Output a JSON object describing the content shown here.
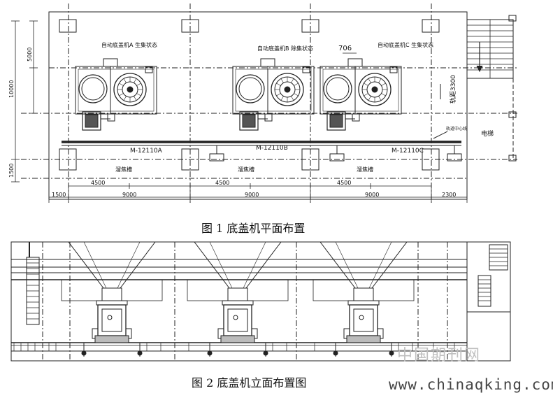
{
  "figure1": {
    "caption": "图 1  底盖机平面布置",
    "labels": {
      "state_a": "自动底盖机A 生集状态",
      "state_b": "自动底盖机B 除集状态",
      "state_c": "自动底盖机C 生集状态",
      "m_a": "M-12110A",
      "m_b": "M-12110B",
      "m_c": "M-12110C",
      "chute": "溜焦槽",
      "elevator": "电梯",
      "track": "轨距3300",
      "rail_note": "轨道中心线",
      "dim_706": "706"
    },
    "dims_vertical": [
      "5000",
      "10000",
      "1500"
    ],
    "dims_horizontal": [
      "1500",
      "4500",
      "9000",
      "4500",
      "9000",
      "4500",
      "9000",
      "2300"
    ]
  },
  "figure2": {
    "caption": "图 2  底盖机立面布置图"
  },
  "watermark": {
    "url": "www.chinaqking.com",
    "cn": "中国期刊网"
  }
}
